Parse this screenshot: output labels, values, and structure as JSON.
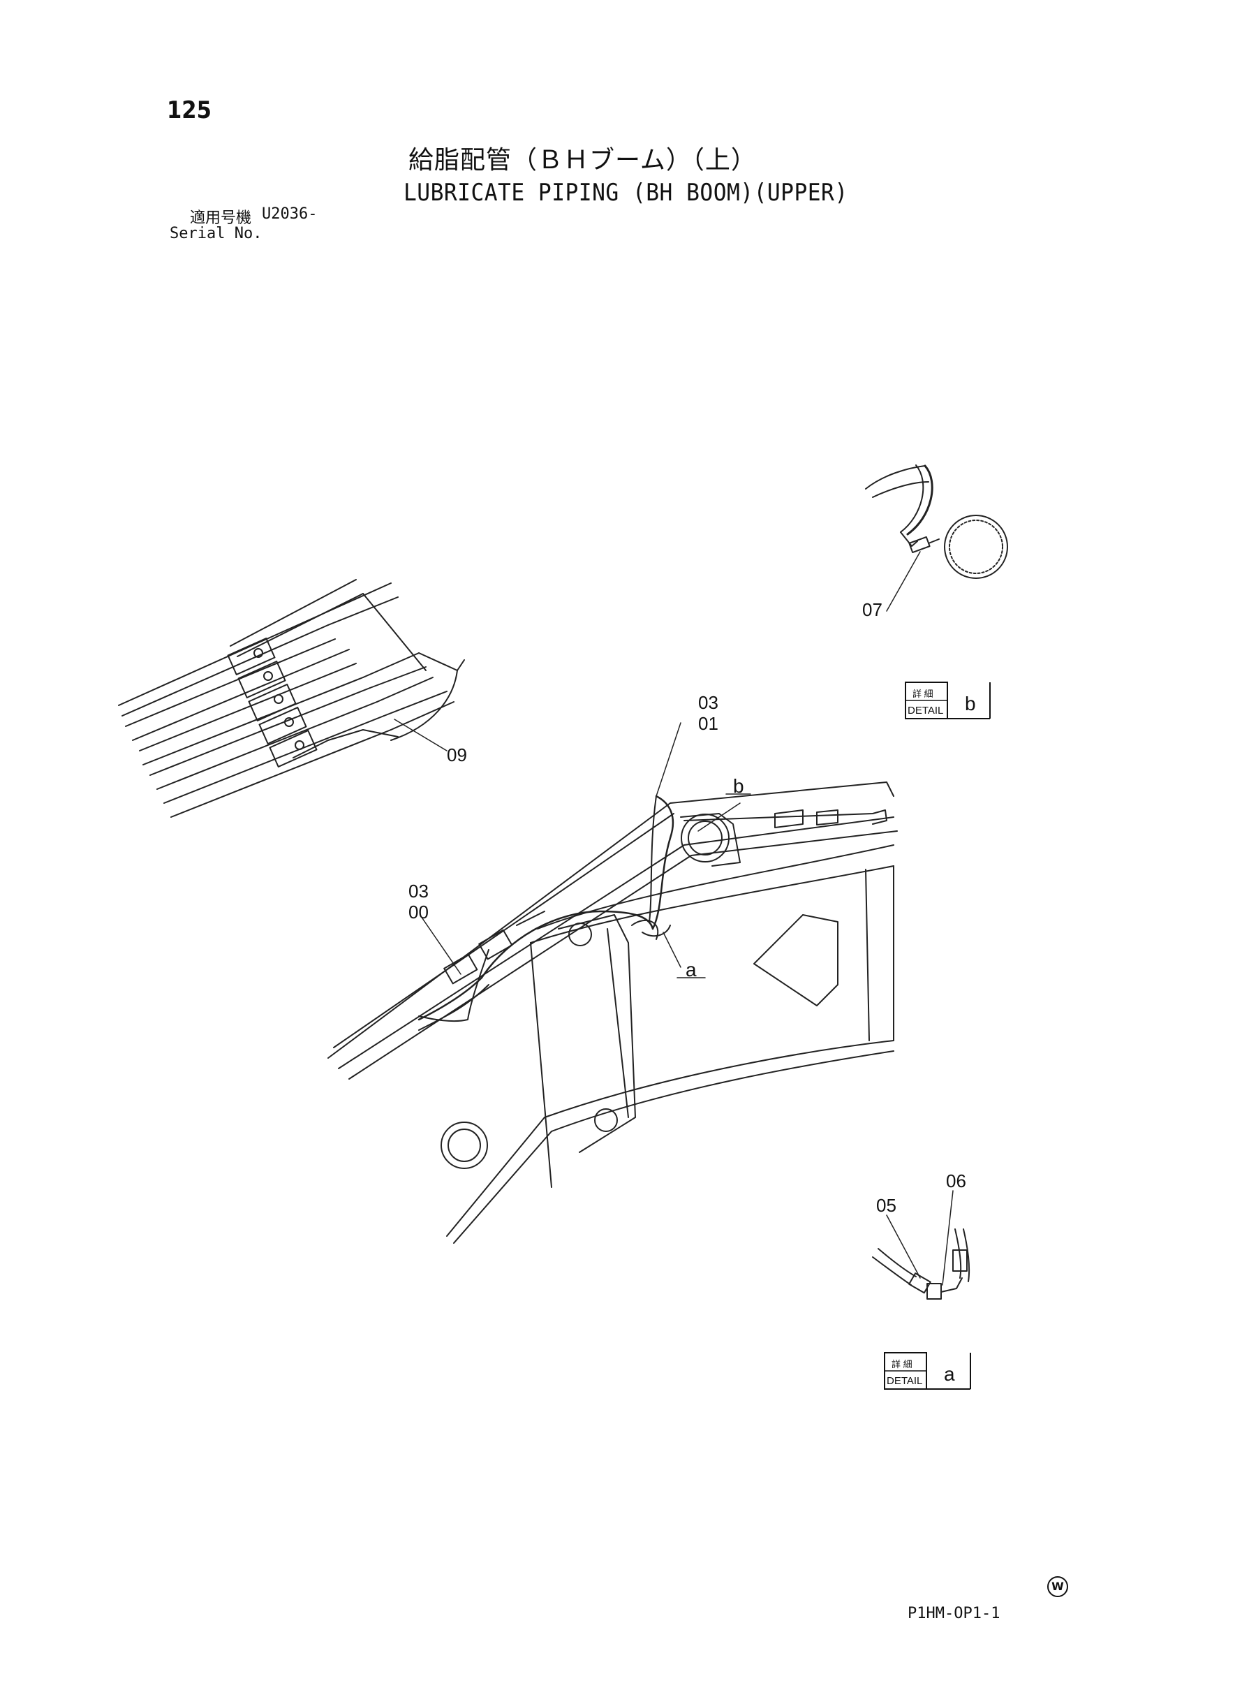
{
  "page": {
    "number": "125",
    "title_ja": "給脂配管（ＢＨブーム）（上）",
    "title_en": "LUBRICATE PIPING (BH BOOM)(UPPER)",
    "serial_label_ja": "適用号機",
    "serial_label_en": "Serial No.",
    "serial_value": "U2036-",
    "drawing_code": "P1HM-OP1-1",
    "corner_mark": "W"
  },
  "callouts": {
    "part_07": "07",
    "part_09": "09",
    "part_03_upper": "03",
    "part_01": "01",
    "part_03_lower": "03",
    "part_00": "00",
    "part_05": "05",
    "part_06": "06",
    "ref_b": "b",
    "ref_a": "a"
  },
  "details": {
    "b": {
      "label_ja": "詳 細",
      "label_en": "DETAIL",
      "letter": "b"
    },
    "a": {
      "label_ja": "詳 細",
      "label_en": "DETAIL",
      "letter": "a"
    }
  }
}
